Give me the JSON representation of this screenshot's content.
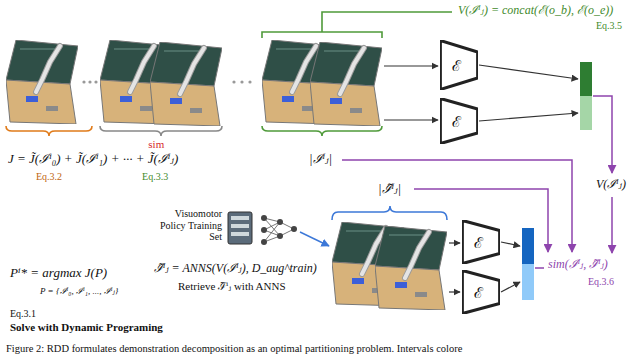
{
  "diagram": {
    "caption": "Figure 2: RDD formulates demonstration decomposition as an optimal partitioning problem. Intervals colore",
    "nodes": [
      {
        "text": [
          "ℰ"
        ]
      },
      {
        "text": [
          "ℰ"
        ]
      },
      {
        "text": [
          "ℰ"
        ]
      },
      {
        "text": [
          "ℰ"
        ]
      }
    ],
    "labels": [
      "V(ℐⁱⱼ) = concat(ℰ(o_b), ℰ(o_e))",
      "Eq.3.5",
      "sim",
      "J = J̃(ℐⁱ₀) + J̃(ℐⁱ₁) + ··· + J̃(ℐⁱⱼ)",
      "Eq.3.2",
      "Eq.3.3",
      "|ℐⁱⱼ|",
      "|ℐ̃ⁱⱼ|",
      "V(ℐⁱⱼ)",
      "sim(ℐⁱⱼ, ℐ̃ⁱⱼ)",
      "Eq.3.6",
      "Pⁱ* = argmax J(P)",
      "P = {ℐⁱ₀, ℐⁱ₁, ..., ℐⁱⱼ}",
      "Eq.3.1",
      "Solve with Dynamic Programing",
      "Visuomotor Policy Training Set",
      "ℐ̃ⁱⱼ = ANNS(V(ℐⁱⱼ), D_aug^train)",
      "Retrieve ℐ̃ⁱⱼ with ANNS"
    ]
  }
}
